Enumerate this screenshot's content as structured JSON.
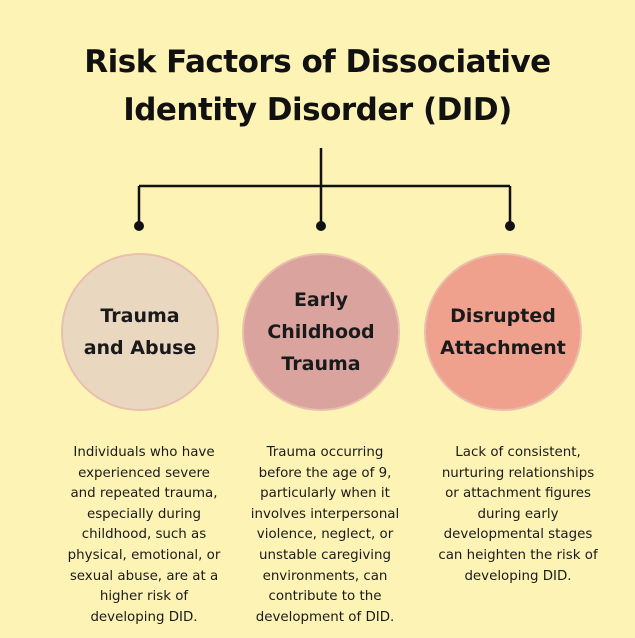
{
  "title": {
    "line1": "Risk Factors of Dissociative",
    "line2": "Identity Disorder (DID)"
  },
  "colors": {
    "background": "#fdf3b5",
    "circle_1": "#ead7bf",
    "circle_2": "#dba39e",
    "circle_3": "#f0a18d",
    "connector": "#111111"
  },
  "factors": [
    {
      "label_lines": [
        "Trauma",
        "and Abuse"
      ],
      "description_lines": [
        "Individuals who have",
        "experienced severe",
        "and repeated trauma,",
        "especially during",
        "childhood, such as",
        "physical, emotional, or",
        "sexual abuse, are at a",
        "higher risk of",
        "developing DID."
      ]
    },
    {
      "label_lines": [
        "Early",
        "Childhood",
        "Trauma"
      ],
      "description_lines": [
        "Trauma occurring",
        "before the age of 9,",
        "particularly when it",
        "involves interpersonal",
        "violence, neglect, or",
        "unstable caregiving",
        "environments, can",
        "contribute to the",
        "development of DID."
      ]
    },
    {
      "label_lines": [
        "Disrupted",
        "Attachment"
      ],
      "description_lines": [
        "Lack of consistent,",
        "nurturing relationships",
        "or attachment figures",
        "during early",
        "developmental stages",
        "can heighten the risk of",
        "developing DID."
      ]
    }
  ]
}
